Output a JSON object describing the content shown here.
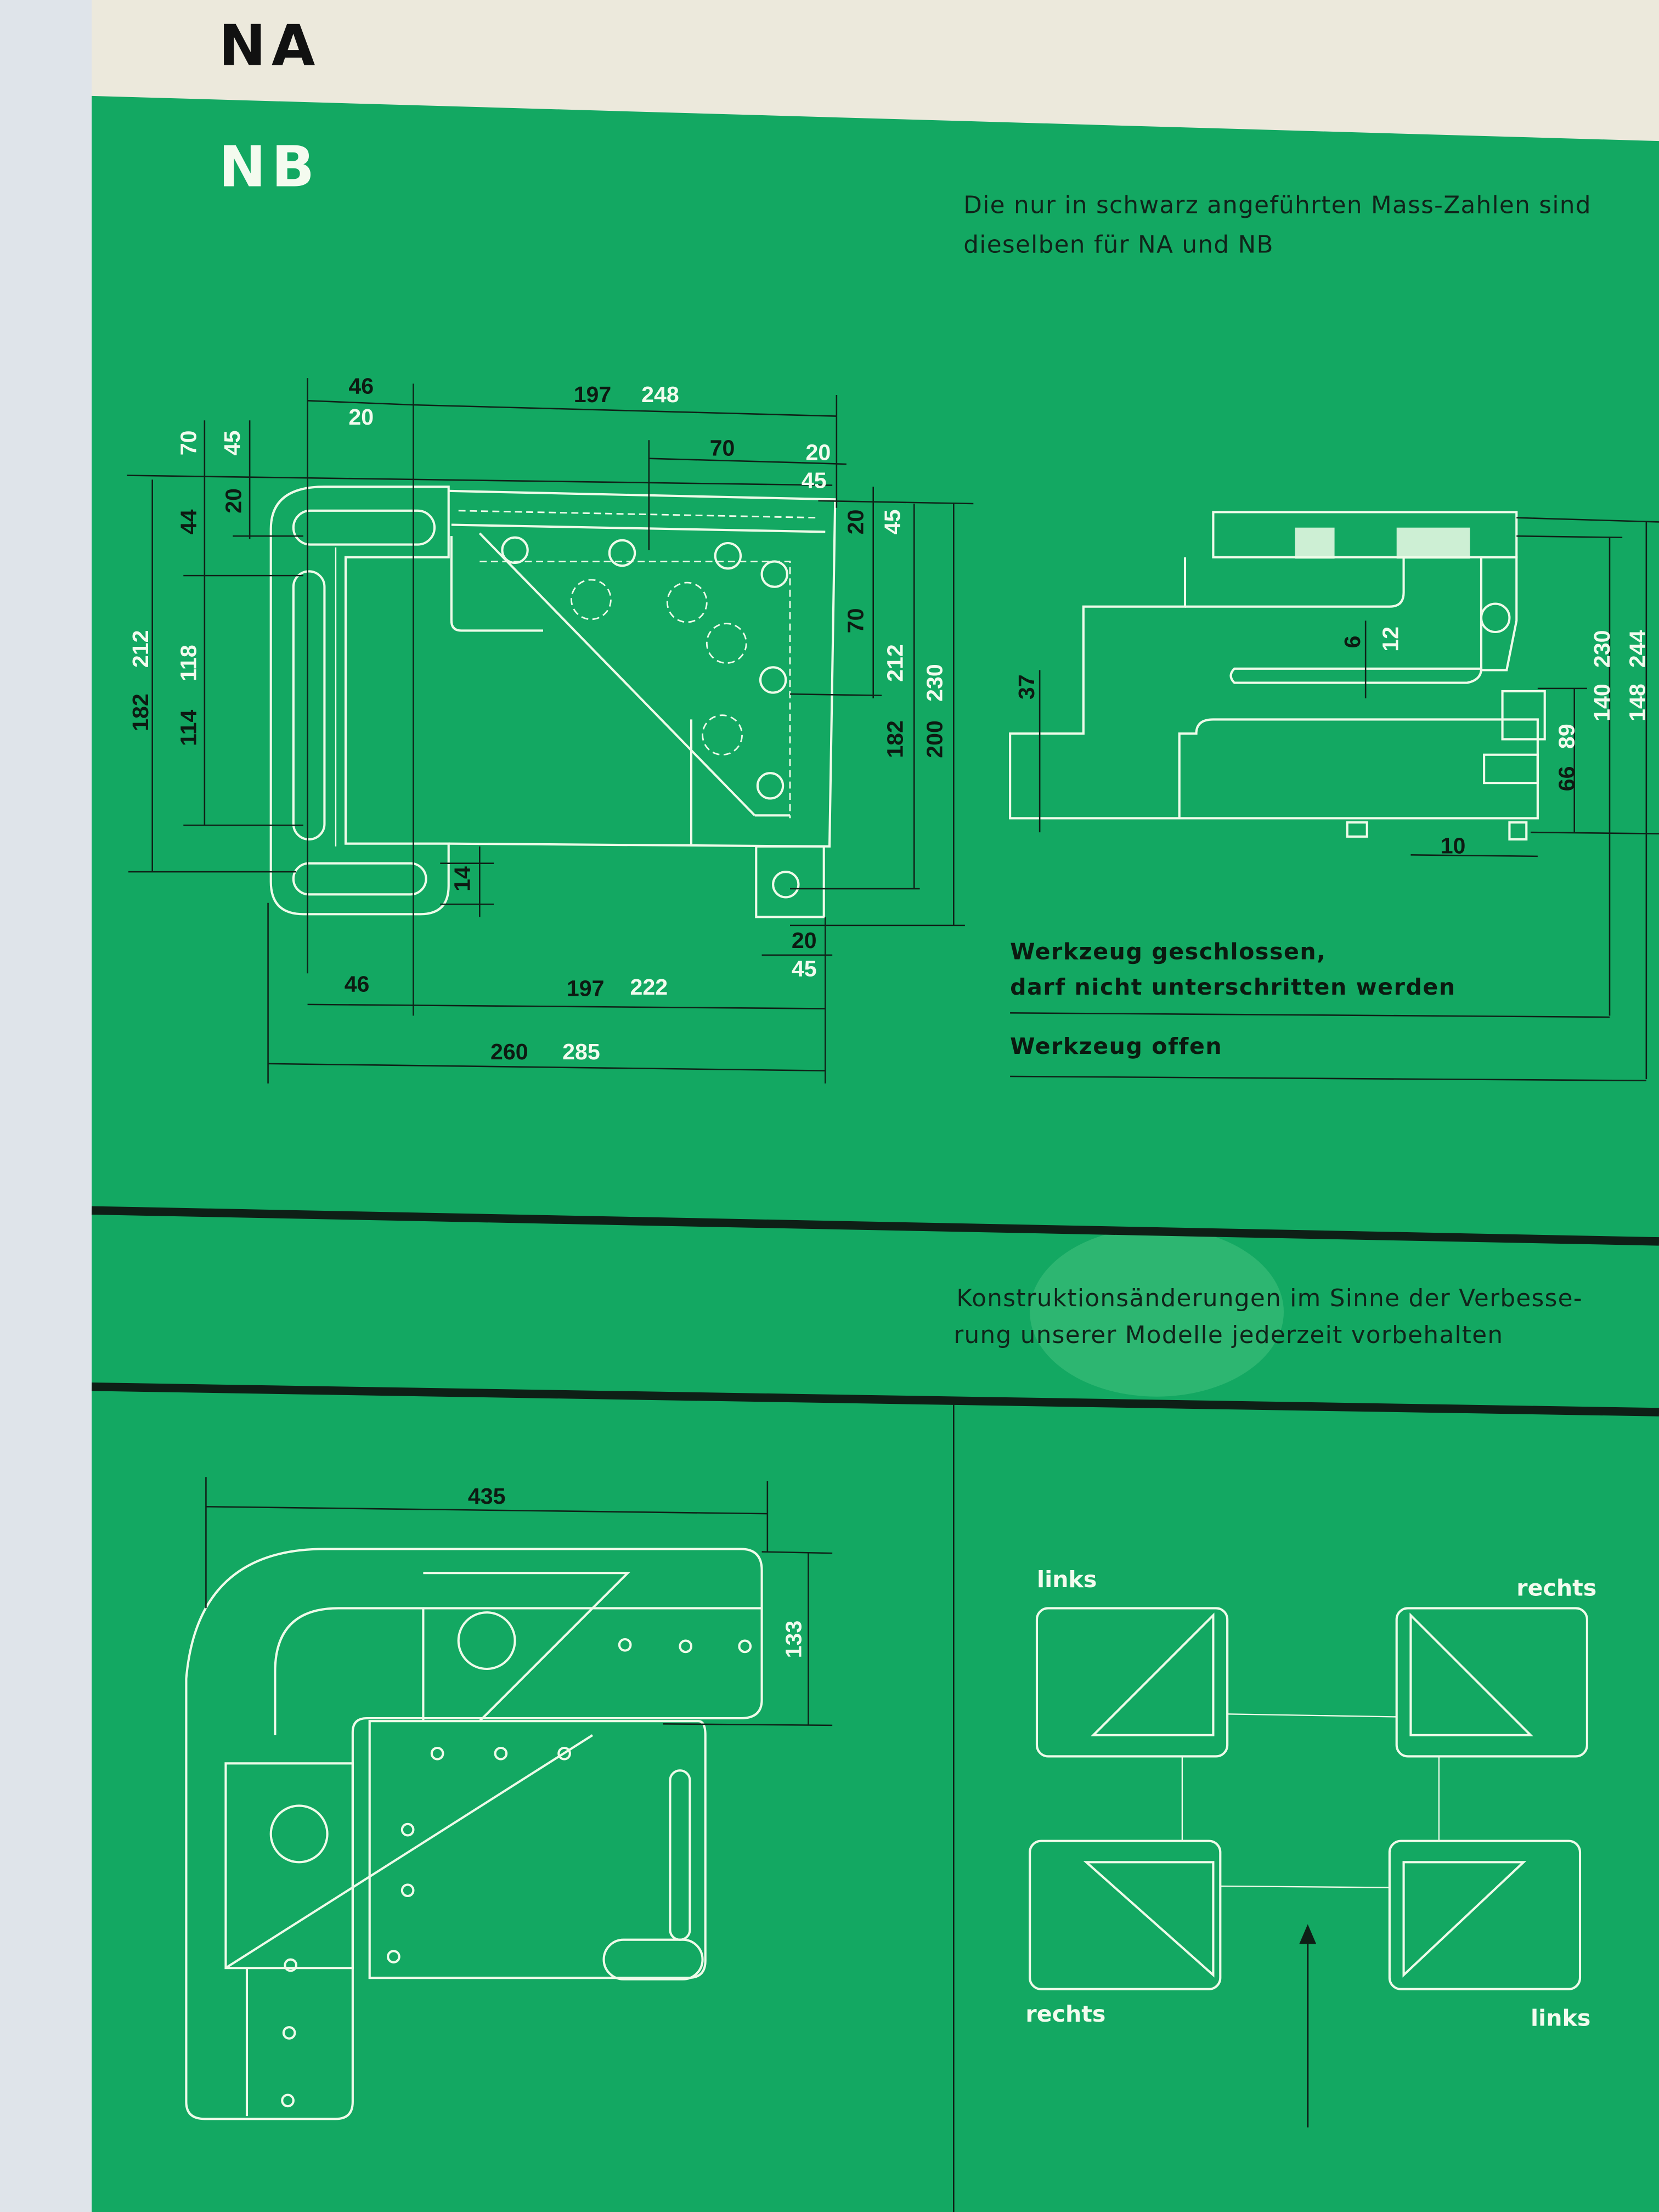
{
  "header": {
    "model_na": "NA",
    "model_nb": "NB"
  },
  "notes": {
    "top_line1": "Die nur in schwarz angeführten Mass-Zahlen sind",
    "top_line2": "dieselben für NA und NB",
    "mid_line1": "Konstruktionsänderungen im Sinne der Verbesse-",
    "mid_line2": "rung unserer Modelle jederzeit vorbehalten"
  },
  "plan_view": {
    "dims": [
      "46",
      "20",
      "197",
      "248",
      "70",
      "20",
      "45",
      "70",
      "45",
      "20",
      "44",
      "212",
      "182",
      "118",
      "114",
      "14",
      "20",
      "45",
      "70",
      "212",
      "182",
      "230",
      "200",
      "20",
      "45",
      "46",
      "197",
      "222",
      "260",
      "285"
    ]
  },
  "side_view": {
    "dims": [
      "37",
      "6",
      "12",
      "230",
      "244",
      "140",
      "148",
      "89",
      "66",
      "10"
    ],
    "label_closed_1": "Werkzeug geschlossen,",
    "label_closed_2": "darf nicht unterschritten werden",
    "label_open": "Werkzeug offen"
  },
  "corner_view": {
    "dims": [
      "435",
      "133"
    ]
  },
  "orientation_view": {
    "top_left": "links",
    "top_right": "rechts",
    "bottom_left": "rechts",
    "bottom_right": "links"
  },
  "colors": {
    "sheet_green": "#13a862",
    "cream": "#ece9dc"
  }
}
